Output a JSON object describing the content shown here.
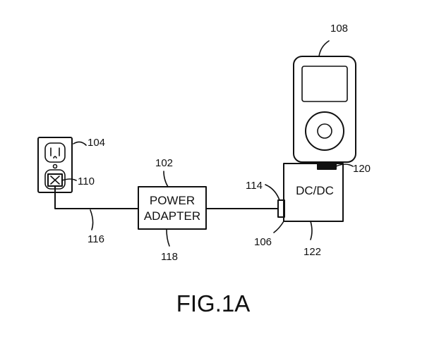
{
  "figure": {
    "caption": "FIG.1A"
  },
  "components": {
    "power_adapter": {
      "ref": "102",
      "label_line1": "POWER",
      "label_line2": "ADAPTER",
      "ref_bottom": "118"
    },
    "wall_outlet": {
      "ref": "104",
      "plug_ref": "110"
    },
    "connector": {
      "ref": "114"
    },
    "dcdc": {
      "label": "DC/DC",
      "ref": "106",
      "ref_side": "120",
      "ref_bottom": "122"
    },
    "media_player": {
      "ref": "108"
    },
    "cable": {
      "ref": "116"
    }
  }
}
